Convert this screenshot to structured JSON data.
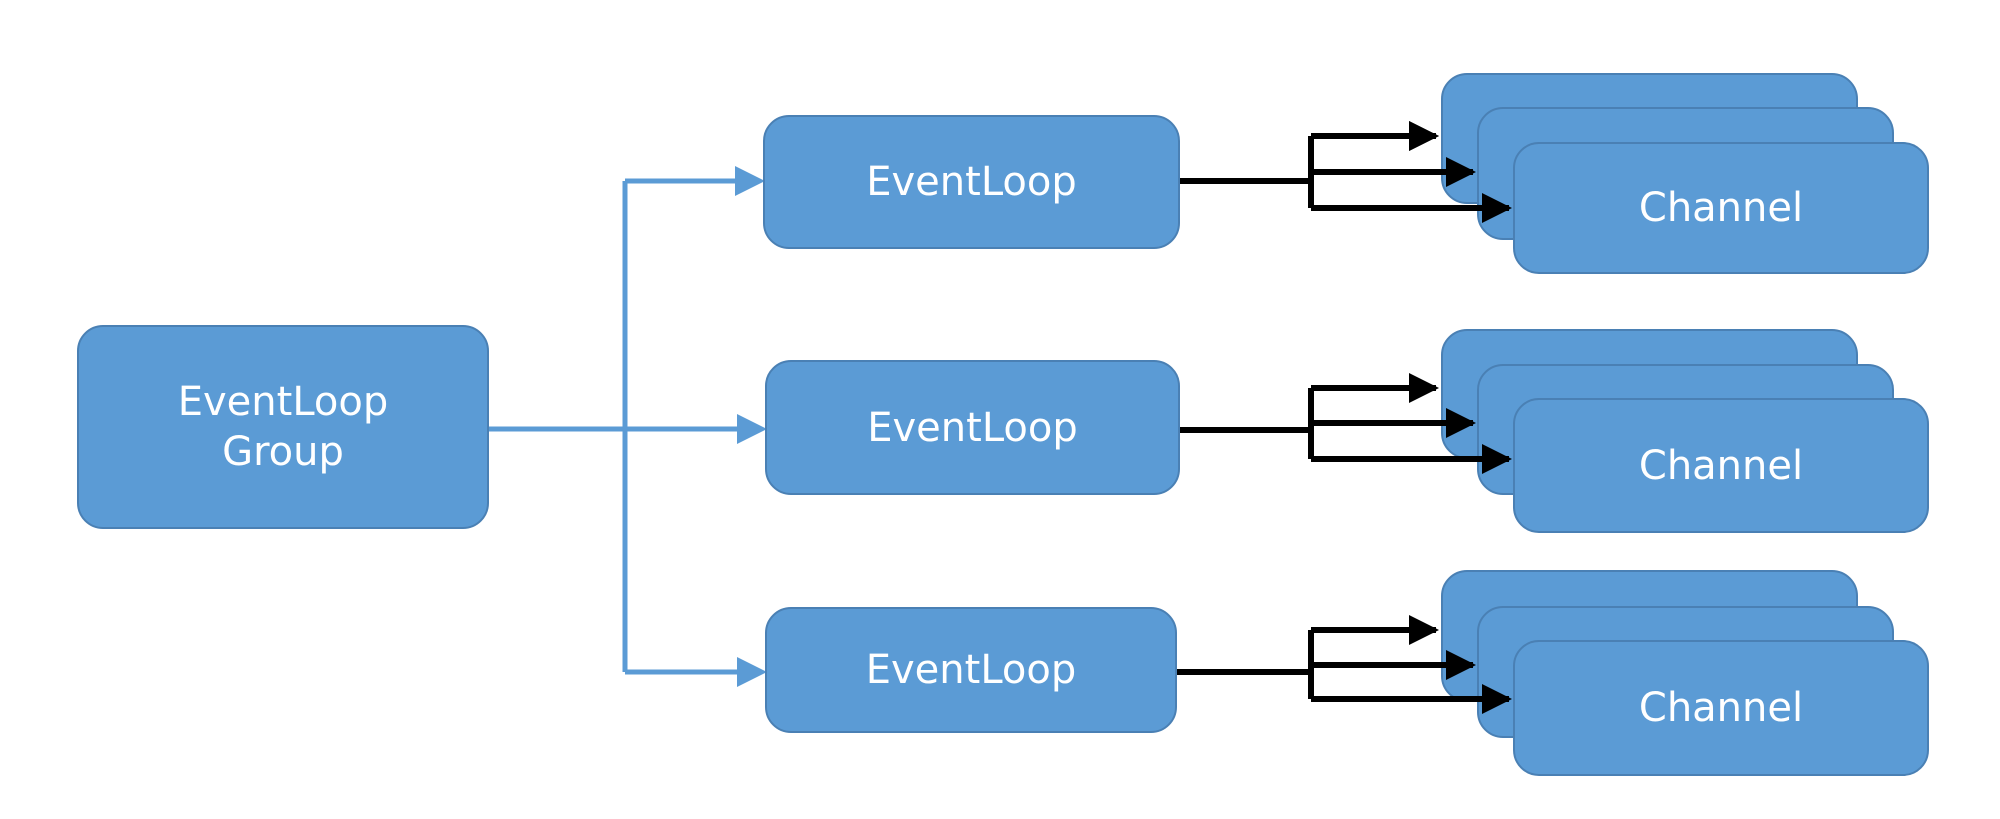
{
  "colors": {
    "box_fill": "#5b9bd5",
    "box_border": "#4a80b4",
    "group_connector": "#5b9bd5",
    "channel_connector": "#000000",
    "text": "#ffffff"
  },
  "group": {
    "line1": "EventLoop",
    "line2": "Group"
  },
  "event_loops": [
    {
      "label": "EventLoop"
    },
    {
      "label": "EventLoop"
    },
    {
      "label": "EventLoop"
    }
  ],
  "channels": [
    {
      "label": "Channel"
    },
    {
      "label": "Channel"
    },
    {
      "label": "Channel"
    }
  ]
}
